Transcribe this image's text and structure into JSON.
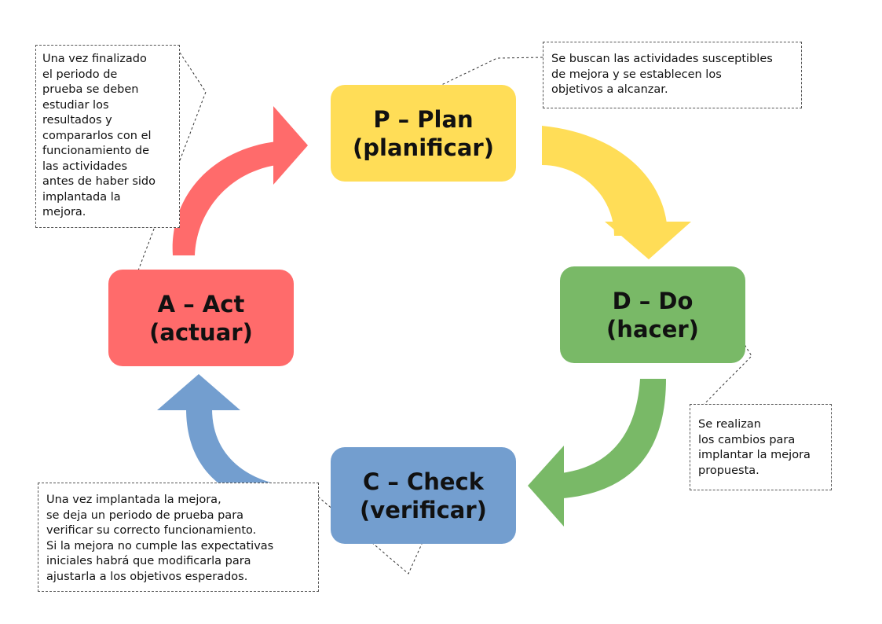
{
  "stages": {
    "plan": {
      "line1": "P – Plan",
      "line2": "(planificar)",
      "color": "#FFDD57"
    },
    "do": {
      "line1": "D – Do",
      "line2": "(hacer)",
      "color": "#79B967"
    },
    "check": {
      "line1": "C – Check",
      "line2": "(verificar)",
      "color": "#739ECF"
    },
    "act": {
      "line1": "A – Act",
      "line2": "(actuar)",
      "color": "#FF6B6B"
    }
  },
  "notes": {
    "plan": "Se buscan las actividades susceptibles\nde mejora y se establecen los\nobjetivos a alcanzar.",
    "do": "Se realizan\nlos cambios para\nimplantar la mejora\npropuesta.",
    "check": "Una vez implantada la mejora,\nse deja un periodo de prueba para\nverificar su correcto funcionamiento.\nSi la mejora no cumple las expectativas\niniciales habrá que modificarla para\najustarla a los objetivos esperados.",
    "act": "Una vez finalizado\nel periodo de\nprueba se deben\nestudiar los\nresultados y\ncompararlos con el\nfuncionamiento de\nlas actividades\nantes de haber sido\nimplantada la\nmejora."
  },
  "arrows": [
    {
      "from": "plan",
      "to": "do",
      "color": "#FFDD57"
    },
    {
      "from": "do",
      "to": "check",
      "color": "#79B967"
    },
    {
      "from": "check",
      "to": "act",
      "color": "#739ECF"
    },
    {
      "from": "act",
      "to": "plan",
      "color": "#FF6B6B"
    }
  ]
}
